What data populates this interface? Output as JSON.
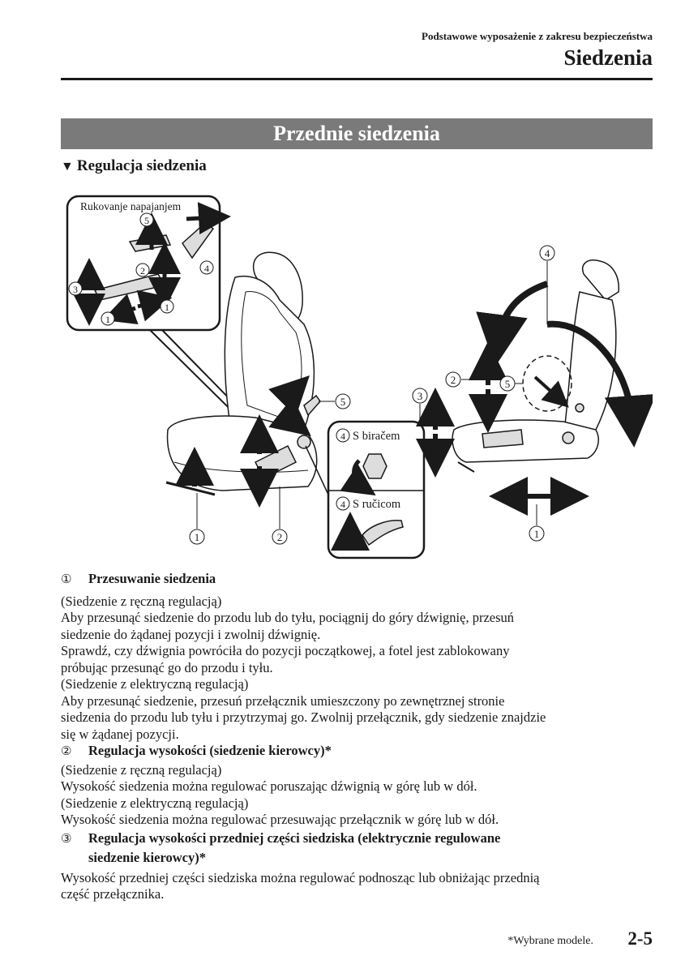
{
  "header": {
    "section": "Podstawowe wyposażenie z zakresu bezpieczeństwa",
    "title": "Siedzenia"
  },
  "banner": "Przednie siedzenia",
  "subheading": {
    "marker": "▼",
    "text": "Regulacja siedzenia"
  },
  "figure": {
    "inset_title": "Rukovanje napajanjem",
    "callout_dial": "S biračem",
    "callout_lever": "S ručicom",
    "markers": [
      "①",
      "②",
      "③",
      "④",
      "⑤"
    ]
  },
  "items": [
    {
      "num": "①",
      "title": "Przesuwanie siedzenia",
      "lines": [
        "(Siedzenie z ręczną regulacją)",
        "Aby przesunąć siedzenie do przodu lub do tyłu, pociągnij do góry dźwignię, przesuń",
        "siedzenie do żądanej pozycji i zwolnij dźwignię.",
        "Sprawdź, czy dźwignia powróciła do pozycji początkowej, a fotel jest zablokowany",
        "próbując przesunąć go do przodu i tyłu.",
        "(Siedzenie z elektryczną regulacją)",
        "Aby przesunąć siedzenie, przesuń przełącznik umieszczony po zewnętrznej stronie",
        "siedzenia do przodu lub tyłu i przytrzymaj go. Zwolnij przełącznik, gdy siedzenie znajdzie",
        "się w żądanej pozycji."
      ]
    },
    {
      "num": "②",
      "title": "Regulacja wysokości (siedzenie kierowcy)*",
      "lines": [
        "(Siedzenie z ręczną regulacją)",
        "Wysokość siedzenia można regulować poruszając dźwignią w górę lub w dół.",
        "(Siedzenie z elektryczną regulacją)",
        "Wysokość siedzenia można regulować przesuwając przełącznik w górę lub w dół."
      ]
    },
    {
      "num": "③",
      "title": "Regulacja wysokości przedniej części siedziska (elektrycznie regulowane",
      "title_cont": "siedzenie kierowcy)*",
      "lines": [
        "Wysokość przedniej części siedziska można regulować podnosząc lub obniżając przednią",
        "część przełącznika."
      ]
    }
  ],
  "footer": {
    "footnote": "*Wybrane modele.",
    "page": "2-5"
  }
}
